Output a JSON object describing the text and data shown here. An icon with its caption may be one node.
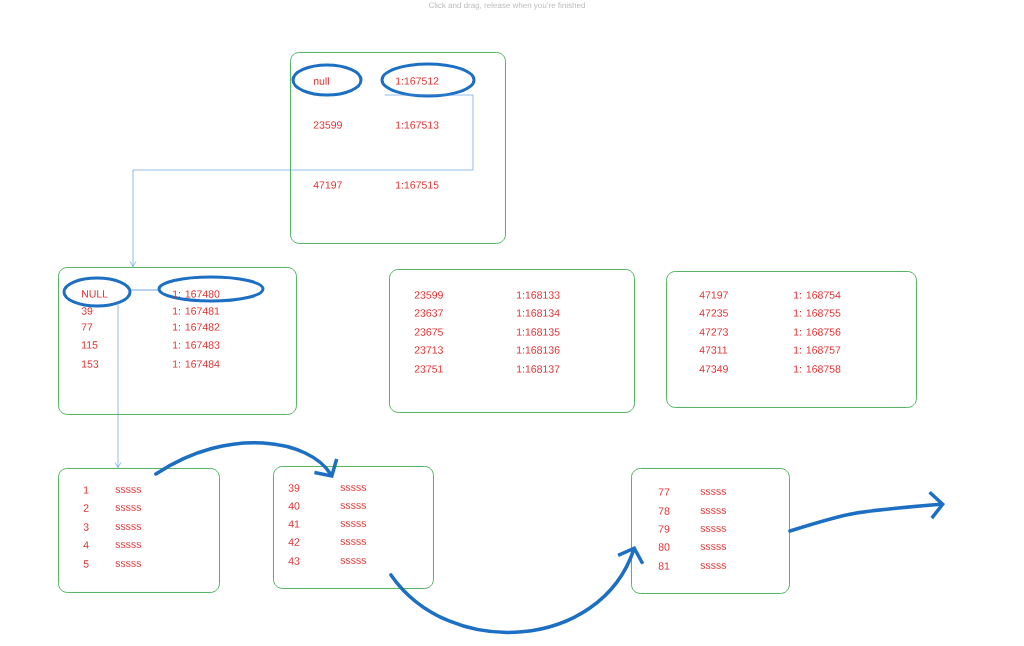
{
  "diagram": {
    "nodes": [
      {
        "text": [
          "null",
          "1:167512",
          "23599",
          "1:167513",
          "47197",
          "1:167515"
        ]
      },
      {
        "text": [
          "NULL",
          "1: 167480",
          "39",
          "1: 167481",
          "77",
          "1: 167482",
          "115",
          "1: 167483",
          "153",
          "1: 167484"
        ]
      },
      {
        "text": [
          "23599",
          "1:168133",
          "23637",
          "1:168134",
          "23675",
          "1:168135",
          "23713",
          "1:168136",
          "23751",
          "1:168137"
        ]
      },
      {
        "text": [
          "47197",
          "1: 168754",
          "47235",
          "1: 168755",
          "47273",
          "1: 168756",
          "47311",
          "1: 168757",
          "47349",
          "1: 168758"
        ]
      },
      {
        "text": [
          "1",
          "sssss",
          "2",
          "sssss",
          "3",
          "sssss",
          "4",
          "sssss",
          "5",
          "sssss"
        ]
      },
      {
        "text": [
          "39",
          "sssss",
          "40",
          "sssss",
          "41",
          "sssss",
          "42",
          "sssss",
          "43",
          "sssss"
        ]
      },
      {
        "text": [
          "77",
          "sssss",
          "78",
          "sssss",
          "79",
          "sssss",
          "80",
          "sssss",
          "81",
          "sssss"
        ]
      }
    ],
    "edges": [
      {
        "from": 0,
        "to": 1,
        "arrow": "to",
        "color": "#4a90d9"
      },
      {
        "from": 1,
        "to": 4,
        "arrow": "to",
        "color": "#4a90d9"
      },
      {
        "from": 4,
        "to": 5,
        "arrow": "to"
      },
      {
        "from": 5,
        "to": 6,
        "arrow": "to"
      },
      {
        "from": 6,
        "to": null,
        "arrow": "to"
      }
    ],
    "labels": [
      "Click and drag, release when you’re finished"
    ]
  }
}
